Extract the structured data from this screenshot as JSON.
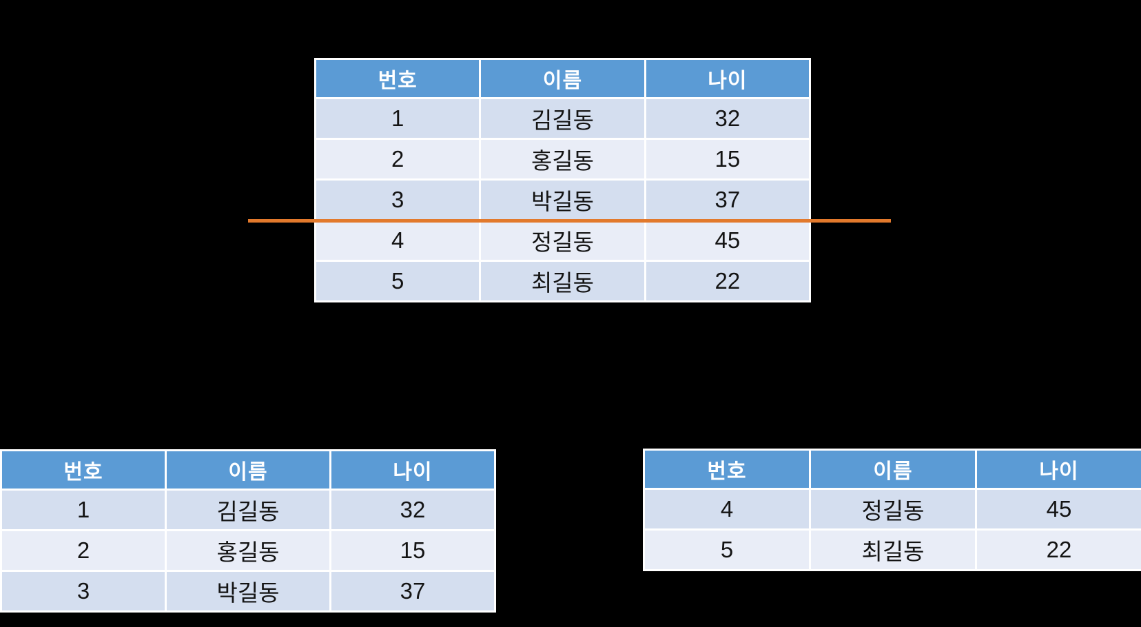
{
  "colors": {
    "page_bg": "#000000",
    "header_bg": "#5B9BD5",
    "header_text": "#FFFFFF",
    "band_dark": "#D4DEEF",
    "band_light": "#E9EDF7",
    "border": "#FFFFFF",
    "divider": "#E2792C",
    "body_text": "#141414"
  },
  "tables": {
    "source": {
      "headers": [
        "번호",
        "이름",
        "나이"
      ],
      "rows": [
        [
          "1",
          "김길동",
          "32"
        ],
        [
          "2",
          "홍길동",
          "15"
        ],
        [
          "3",
          "박길동",
          "37"
        ],
        [
          "4",
          "정길동",
          "45"
        ],
        [
          "5",
          "최길동",
          "22"
        ]
      ]
    },
    "split_top": {
      "headers": [
        "번호",
        "이름",
        "나이"
      ],
      "rows": [
        [
          "1",
          "김길동",
          "32"
        ],
        [
          "2",
          "홍길동",
          "15"
        ],
        [
          "3",
          "박길동",
          "37"
        ]
      ]
    },
    "split_bottom": {
      "headers": [
        "번호",
        "이름",
        "나이"
      ],
      "rows": [
        [
          "4",
          "정길동",
          "45"
        ],
        [
          "5",
          "최길동",
          "22"
        ]
      ]
    }
  }
}
